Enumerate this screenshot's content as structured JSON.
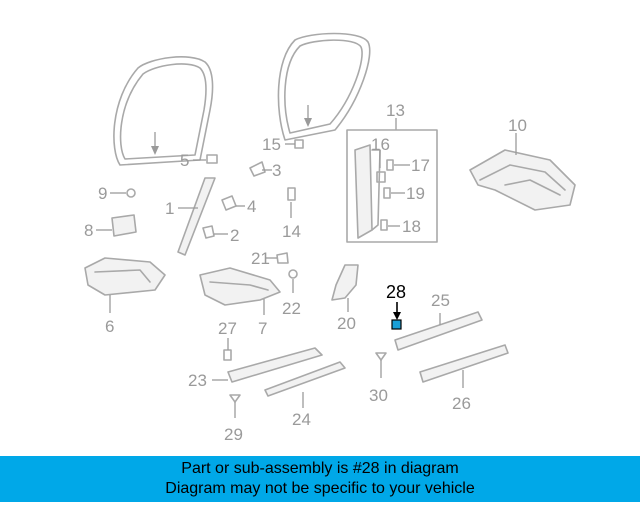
{
  "diagram": {
    "labels": {
      "l1": "1",
      "l2": "2",
      "l3": "3",
      "l4": "4",
      "l5": "5",
      "l6": "6",
      "l7": "7",
      "l8": "8",
      "l9": "9",
      "l10": "10",
      "l13": "13",
      "l14": "14",
      "l15": "15",
      "l16": "16",
      "l17": "17",
      "l18": "18",
      "l19": "19",
      "l20": "20",
      "l21": "21",
      "l22": "22",
      "l23": "23",
      "l24": "24",
      "l25": "25",
      "l26": "26",
      "l27": "27",
      "l28": "28",
      "l29": "29",
      "l30": "30"
    },
    "highlight_color": "#1aa0d8"
  },
  "banner": {
    "line1": "Part or sub-assembly is #28 in diagram",
    "line2": "Diagram may not be specific to your vehicle",
    "background": "#00a8e8"
  }
}
